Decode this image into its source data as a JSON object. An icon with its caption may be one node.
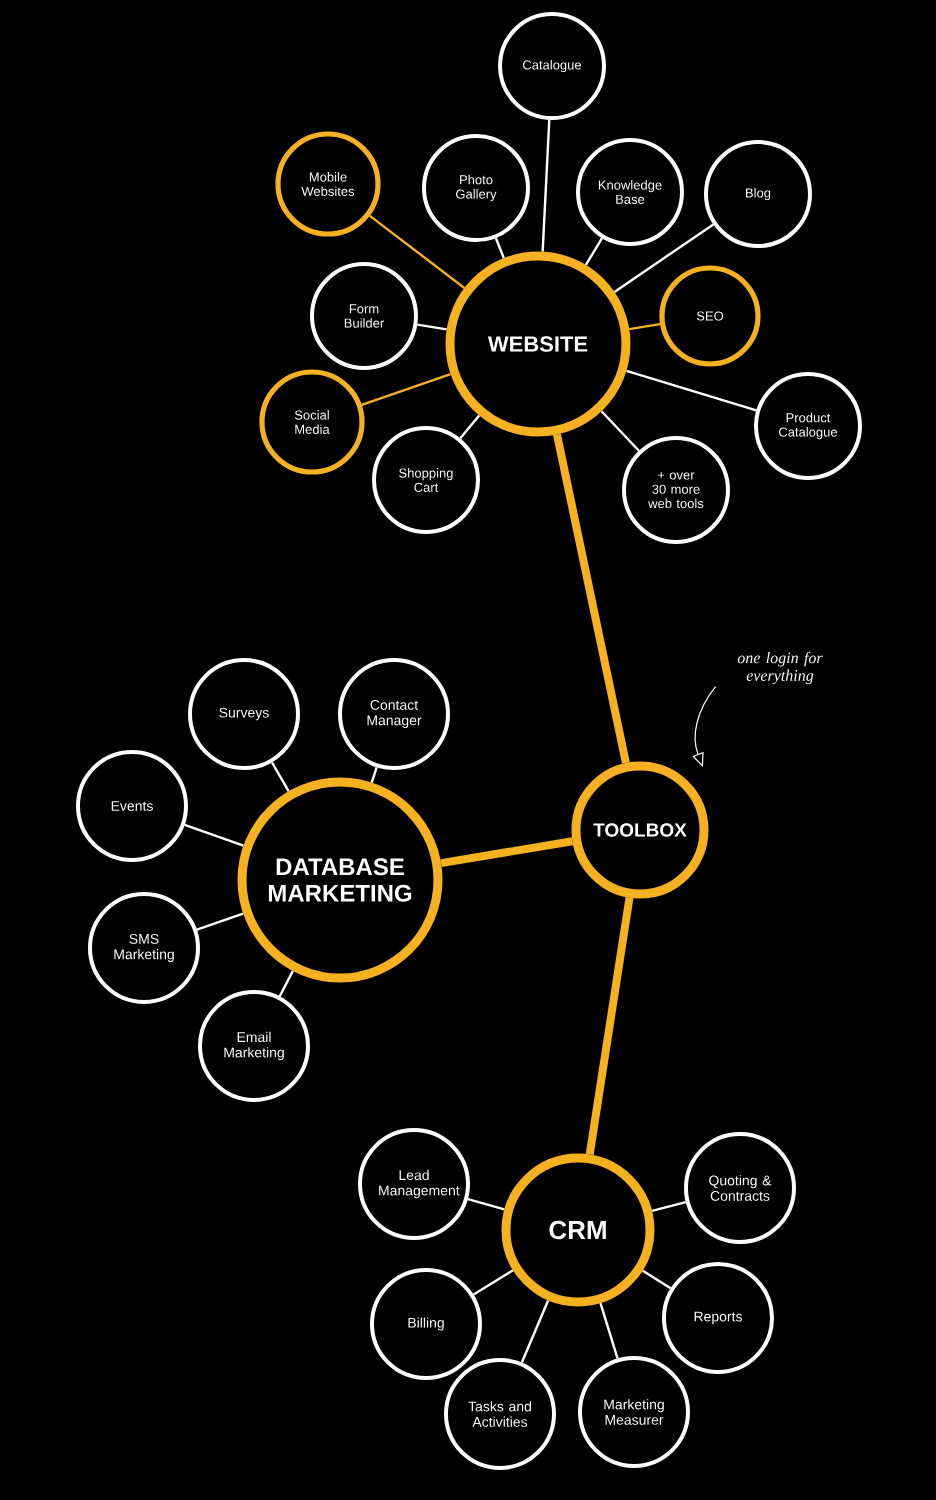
{
  "diagram": {
    "nodes": [
      {
        "text": [
          "WEBSITE"
        ]
      },
      {
        "text": [
          "Catalogue"
        ]
      },
      {
        "text": [
          "Mobile Websites"
        ]
      },
      {
        "text": [
          "Photo Gallery"
        ]
      },
      {
        "text": [
          "Knowledge Base"
        ]
      },
      {
        "text": [
          "Blog"
        ]
      },
      {
        "text": [
          "Form Builder"
        ]
      },
      {
        "text": [
          "SEO"
        ]
      },
      {
        "text": [
          "Social Media"
        ]
      },
      {
        "text": [
          "Shopping Cart"
        ]
      },
      {
        "text": [
          "+ over 30 more web tools"
        ]
      },
      {
        "text": [
          "Product Catalogue"
        ]
      },
      {
        "text": [
          "one login for everything"
        ]
      },
      {
        "text": [
          "Surveys"
        ]
      },
      {
        "text": [
          "Contact Manager"
        ]
      },
      {
        "text": [
          "Events"
        ]
      },
      {
        "text": [
          "TOOLBOX"
        ]
      },
      {
        "text": [
          "DATABASE MARKETING"
        ]
      },
      {
        "text": [
          "SMS Marketing"
        ]
      },
      {
        "text": [
          "Email Marketing"
        ]
      },
      {
        "text": [
          "Lead Management"
        ]
      },
      {
        "text": [
          "Quoting & Contracts"
        ]
      },
      {
        "text": [
          "CRM"
        ]
      },
      {
        "text": [
          "Billing"
        ]
      },
      {
        "text": [
          "Reports"
        ]
      },
      {
        "text": [
          "Tasks and Activities"
        ]
      },
      {
        "text": [
          "Marketing Measurer"
        ]
      }
    ],
    "edges": [
      {
        "from": 0,
        "to": 1,
        "arrow": "none"
      },
      {
        "from": 0,
        "to": 2,
        "arrow": "none",
        "color": "#f5b120"
      },
      {
        "from": 0,
        "to": 3,
        "arrow": "none"
      },
      {
        "from": 0,
        "to": 4,
        "arrow": "none"
      },
      {
        "from": 0,
        "to": 5,
        "arrow": "none"
      },
      {
        "from": 0,
        "to": 6,
        "arrow": "none"
      },
      {
        "from": 0,
        "to": 7,
        "arrow": "none",
        "color": "#f5b120"
      },
      {
        "from": 0,
        "to": 8,
        "arrow": "none",
        "color": "#f5b120"
      },
      {
        "from": 0,
        "to": 9,
        "arrow": "none"
      },
      {
        "from": 0,
        "to": 10,
        "arrow": "none"
      },
      {
        "from": 0,
        "to": 11,
        "arrow": "none"
      },
      {
        "from": 16,
        "to": 0,
        "arrow": "none",
        "style": "thick",
        "color": "#f5b120"
      },
      {
        "from": 16,
        "to": 17,
        "arrow": "none",
        "style": "thick",
        "color": "#f5b120"
      },
      {
        "from": 16,
        "to": 22,
        "arrow": "none",
        "style": "thick",
        "color": "#f5b120"
      },
      {
        "from": 12,
        "to": 16,
        "arrow": "to"
      },
      {
        "from": 17,
        "to": 13,
        "arrow": "none"
      },
      {
        "from": 17,
        "to": 14,
        "arrow": "none"
      },
      {
        "from": 17,
        "to": 15,
        "arrow": "none"
      },
      {
        "from": 17,
        "to": 18,
        "arrow": "none"
      },
      {
        "from": 17,
        "to": 19,
        "arrow": "none"
      },
      {
        "from": 22,
        "to": 20,
        "arrow": "none"
      },
      {
        "from": 22,
        "to": 21,
        "arrow": "none"
      },
      {
        "from": 22,
        "to": 23,
        "arrow": "none"
      },
      {
        "from": 22,
        "to": 24,
        "arrow": "none"
      },
      {
        "from": 22,
        "to": 25,
        "arrow": "none"
      },
      {
        "from": 22,
        "to": 26,
        "arrow": "none"
      }
    ]
  }
}
